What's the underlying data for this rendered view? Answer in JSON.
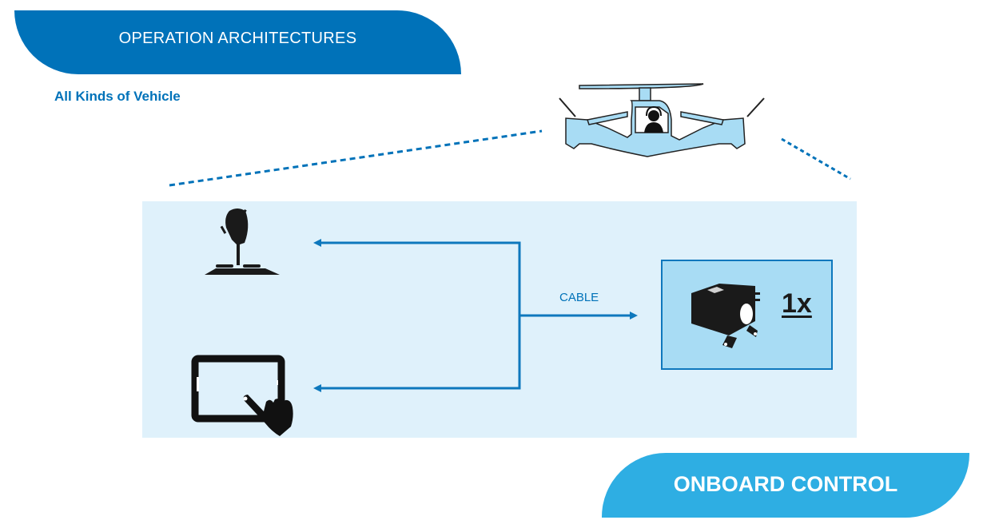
{
  "header": {
    "title": "OPERATION ARCHITECTURES",
    "subtitle": "All Kinds of Vehicle"
  },
  "diagram": {
    "vehicle_icon": "evtol-aircraft-with-pilot-icon",
    "inputs": [
      {
        "name": "joystick",
        "icon": "joystick-icon"
      },
      {
        "name": "tablet",
        "icon": "tablet-touch-icon"
      }
    ],
    "connection_label": "CABLE",
    "device": {
      "icon": "control-unit-box-icon",
      "count_label": "1x"
    }
  },
  "footer": {
    "title": "ONBOARD CONTROL"
  },
  "colors": {
    "primary": "#0072b9",
    "accent": "#2eaee3",
    "panel": "#dff1fb",
    "device_box": "#a8dcf4",
    "vehicle_fill": "#a8dcf4"
  }
}
